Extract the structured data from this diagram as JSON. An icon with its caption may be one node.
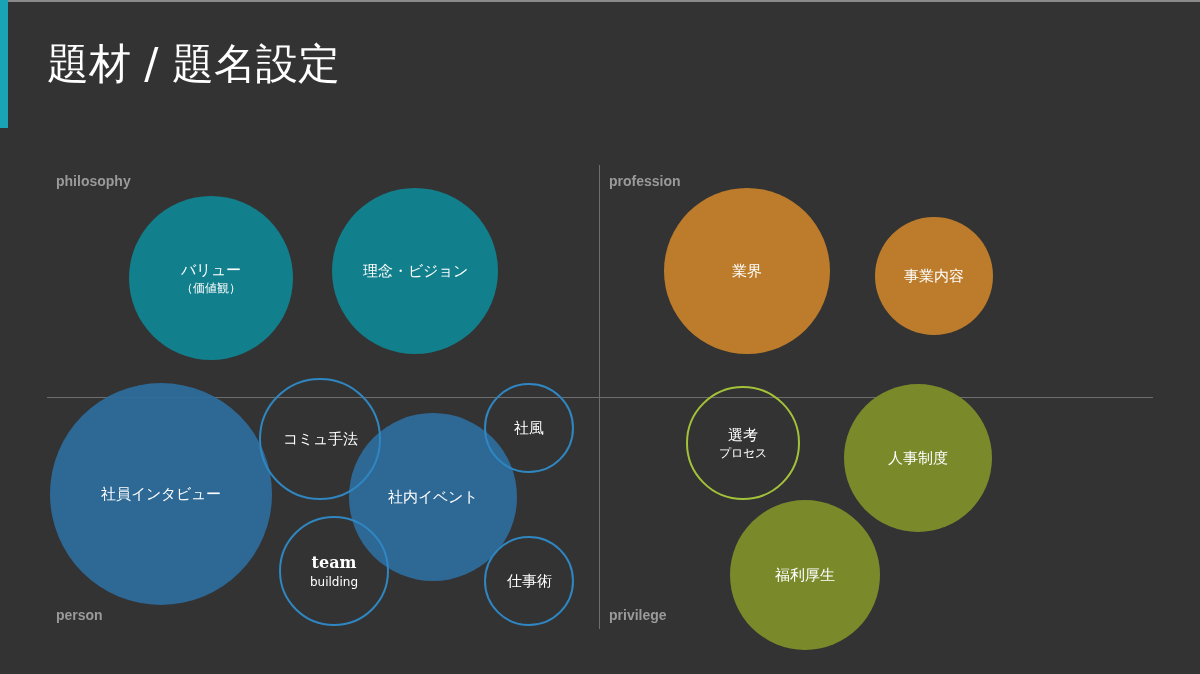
{
  "diagram": {
    "title": "題材 / 題名設定",
    "nodes": [
      {
        "text": [
          "バリュー",
          "（価値観）"
        ]
      },
      {
        "text": [
          "理念・ビジョン"
        ]
      },
      {
        "text": [
          "業界"
        ]
      },
      {
        "text": [
          "事業内容"
        ]
      },
      {
        "text": [
          "コミュ手法"
        ]
      },
      {
        "text": [
          "社風"
        ]
      },
      {
        "text": [
          "選考",
          "プロセス"
        ]
      },
      {
        "text": [
          "社員インタビュー"
        ]
      },
      {
        "text": [
          "社内イベント"
        ]
      },
      {
        "text": [
          "人事制度"
        ]
      },
      {
        "text": [
          "team",
          "building"
        ]
      },
      {
        "text": [
          "仕事術"
        ]
      },
      {
        "text": [
          "福利厚生"
        ]
      }
    ],
    "labels": [
      "philosophy",
      "profession",
      "person",
      "privilege"
    ]
  }
}
